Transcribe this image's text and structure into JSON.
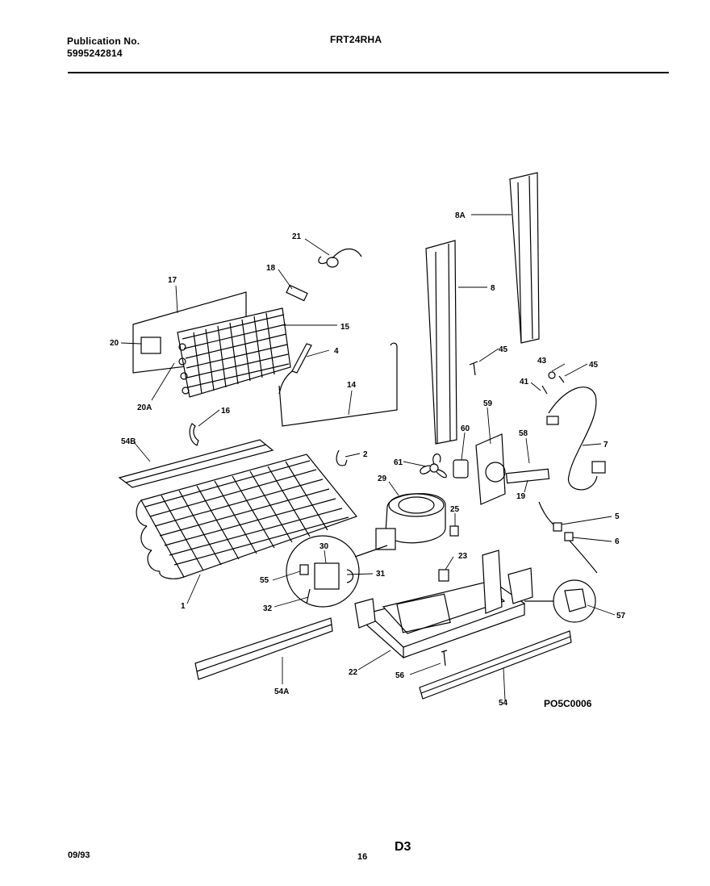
{
  "header": {
    "publication_label": "Publication No.",
    "publication_number": "5995242814",
    "model": "FRT24RHA"
  },
  "diagram": {
    "drawing_code": "PO5C0006",
    "callouts": [
      "21",
      "17",
      "18",
      "15",
      "20",
      "4",
      "20A",
      "14",
      "16",
      "8A",
      "8",
      "45",
      "43",
      "45",
      "41",
      "7",
      "54B",
      "2",
      "61",
      "60",
      "59",
      "58",
      "29",
      "19",
      "25",
      "5",
      "6",
      "30",
      "23",
      "55",
      "31",
      "32",
      "1",
      "57",
      "22",
      "56",
      "54A",
      "54"
    ]
  },
  "footer": {
    "date": "09/93",
    "page": "16",
    "section": "D3"
  }
}
